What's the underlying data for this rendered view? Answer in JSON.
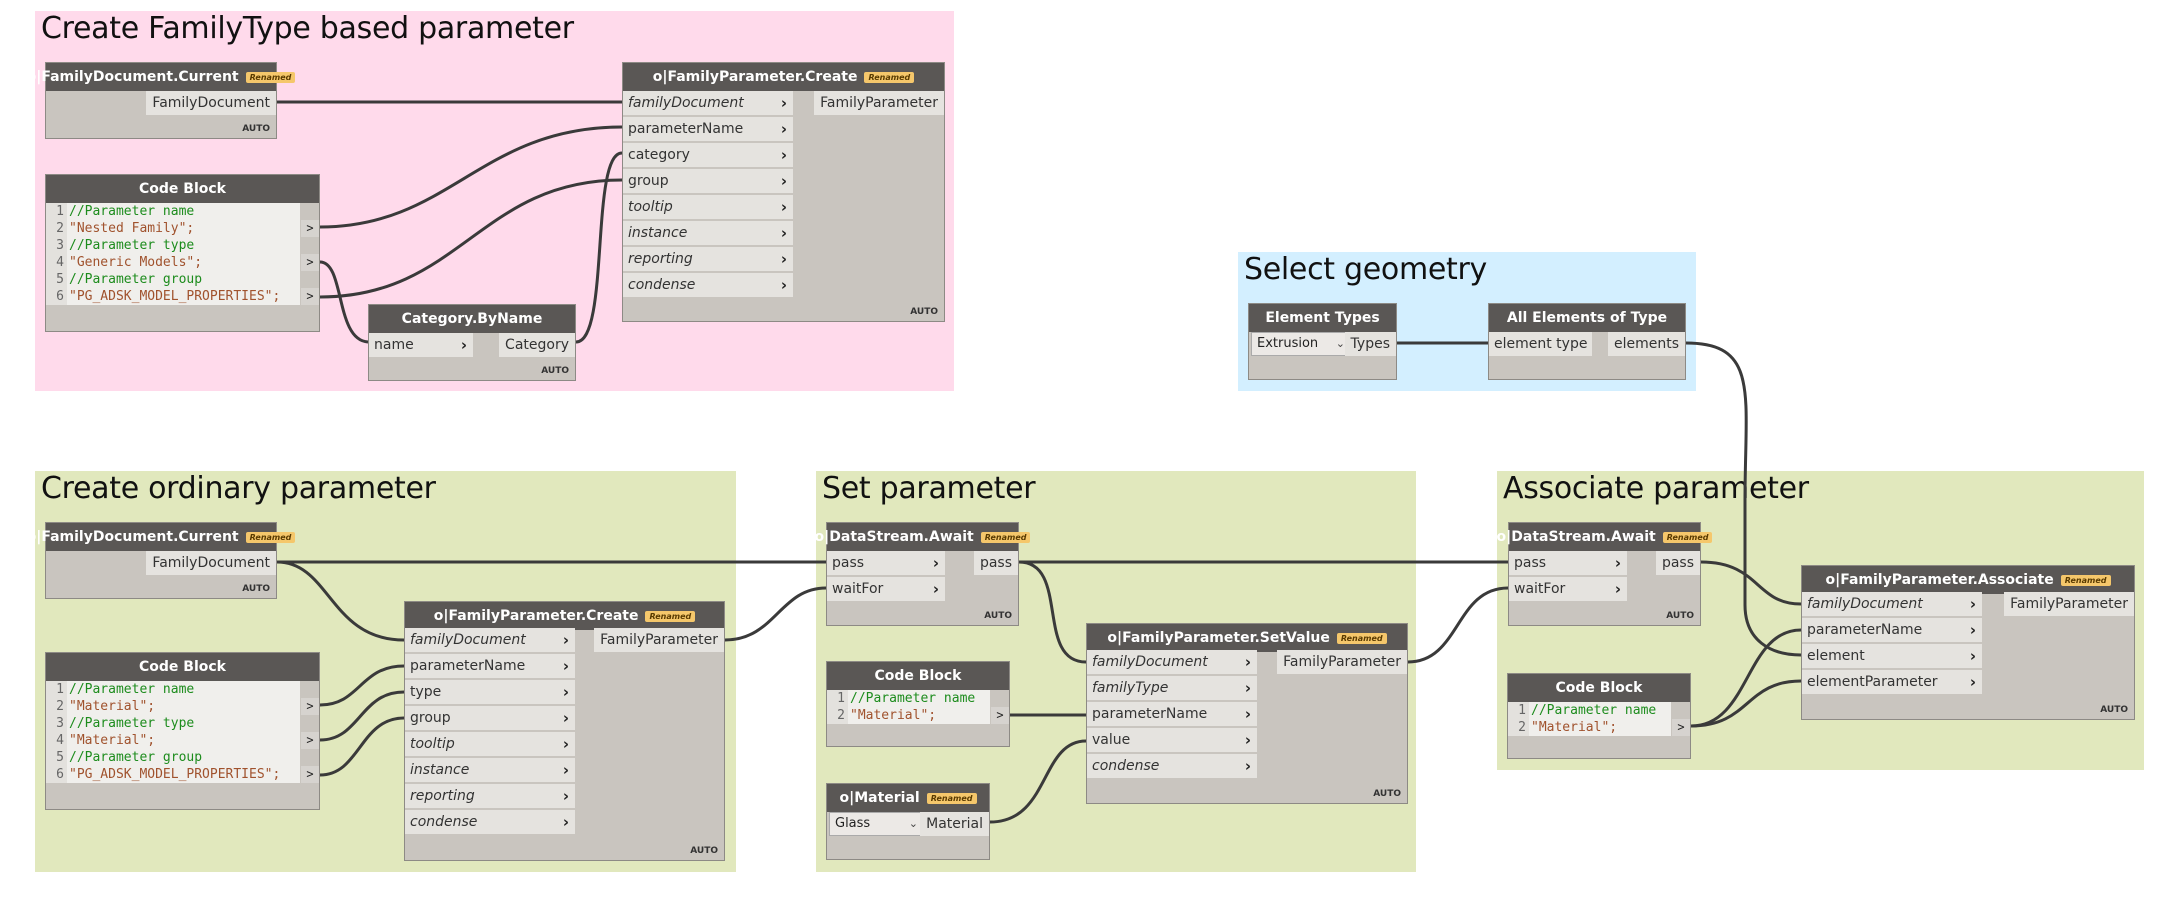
{
  "colors": {
    "group_pink": "#ffdaeb",
    "group_blue": "#d3efff",
    "group_green": "#e1e8bd",
    "node_header": "#5a5755",
    "node_body": "#c9c5bf",
    "wire": "#3a3a3a",
    "comment": "#1d8c1d",
    "string": "#a0522d"
  },
  "groups": {
    "g1": {
      "title": "Create FamilyType based parameter"
    },
    "g2": {
      "title": "Select geometry"
    },
    "g3": {
      "title": "Create ordinary parameter"
    },
    "g4": {
      "title": "Set parameter"
    },
    "g5": {
      "title": "Associate parameter"
    }
  },
  "common": {
    "auto": "AUTO",
    "renamed": "Renamed",
    "code_out": ">"
  },
  "nodes": {
    "fdc1": {
      "title": "o|FamilyDocument.Current",
      "out": "FamilyDocument"
    },
    "cb1": {
      "title": "Code Block",
      "lines": [
        {
          "n": "1",
          "text": "//Parameter name",
          "kind": "cmt"
        },
        {
          "n": "2",
          "text": "\"Nested Family\";",
          "kind": "str"
        },
        {
          "n": "3",
          "text": "//Parameter type",
          "kind": "cmt"
        },
        {
          "n": "4",
          "text": "\"Generic Models\";",
          "kind": "str"
        },
        {
          "n": "5",
          "text": "//Parameter group",
          "kind": "cmt"
        },
        {
          "n": "6",
          "text": "\"PG_ADSK_MODEL_PROPERTIES\";",
          "kind": "str"
        }
      ]
    },
    "cat": {
      "title": "Category.ByName",
      "in": "name",
      "out": "Category"
    },
    "fpc1": {
      "title": "o|FamilyParameter.Create",
      "inputs": [
        "familyDocument",
        "parameterName",
        "category",
        "group",
        "tooltip",
        "instance",
        "reporting",
        "condense"
      ],
      "out": "FamilyParameter"
    },
    "et": {
      "title": "Element Types",
      "selected": "Extrusion",
      "out": "Types"
    },
    "aeot": {
      "title": "All Elements of Type",
      "in": "element type",
      "out": "elements"
    },
    "fdc2": {
      "title": "o|FamilyDocument.Current",
      "out": "FamilyDocument"
    },
    "cb2": {
      "title": "Code Block",
      "lines": [
        {
          "n": "1",
          "text": "//Parameter name",
          "kind": "cmt"
        },
        {
          "n": "2",
          "text": "\"Material\";",
          "kind": "str"
        },
        {
          "n": "3",
          "text": "//Parameter type",
          "kind": "cmt"
        },
        {
          "n": "4",
          "text": "\"Material\";",
          "kind": "str"
        },
        {
          "n": "5",
          "text": "//Parameter group",
          "kind": "cmt"
        },
        {
          "n": "6",
          "text": "\"PG_ADSK_MODEL_PROPERTIES\";",
          "kind": "str"
        }
      ]
    },
    "fpc2": {
      "title": "o|FamilyParameter.Create",
      "inputs": [
        "familyDocument",
        "parameterName",
        "type",
        "group",
        "tooltip",
        "instance",
        "reporting",
        "condense"
      ],
      "out": "FamilyParameter"
    },
    "dsa1": {
      "title": "o|DataStream.Await",
      "inputs": [
        "pass",
        "waitFor"
      ],
      "out": "pass"
    },
    "cb3": {
      "title": "Code Block",
      "lines": [
        {
          "n": "1",
          "text": "//Parameter name",
          "kind": "cmt"
        },
        {
          "n": "2",
          "text": "\"Material\";",
          "kind": "str"
        }
      ]
    },
    "mat": {
      "title": "o|Material",
      "selected": "Glass",
      "out": "Material"
    },
    "fpsv": {
      "title": "o|FamilyParameter.SetValue",
      "inputs": [
        "familyDocument",
        "familyType",
        "parameterName",
        "value",
        "condense"
      ],
      "out": "FamilyParameter"
    },
    "dsa2": {
      "title": "o|DataStream.Await",
      "inputs": [
        "pass",
        "waitFor"
      ],
      "out": "pass"
    },
    "cb4": {
      "title": "Code Block",
      "lines": [
        {
          "n": "1",
          "text": "//Parameter name",
          "kind": "cmt"
        },
        {
          "n": "2",
          "text": "\"Material\";",
          "kind": "str"
        }
      ]
    },
    "fpa": {
      "title": "o|FamilyParameter.Associate",
      "inputs": [
        "familyDocument",
        "parameterName",
        "element",
        "elementParameter"
      ],
      "out": "FamilyParameter"
    }
  }
}
